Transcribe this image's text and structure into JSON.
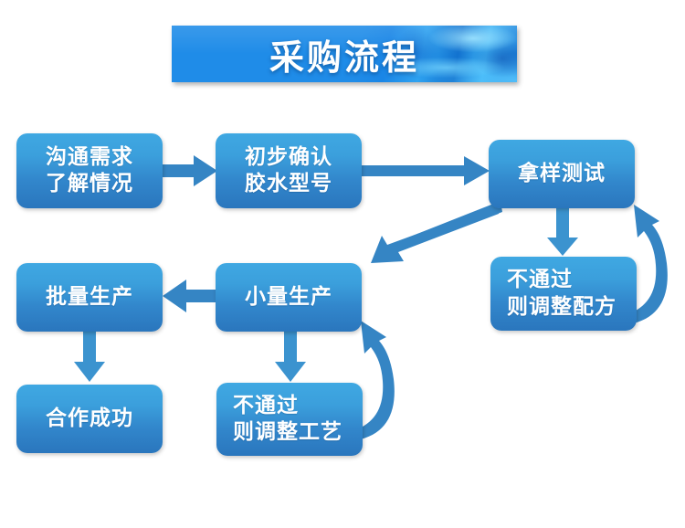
{
  "title": {
    "text": "采购流程"
  },
  "palette": {
    "banner_blue": "#1f8ce8",
    "box_gradient_top": "#3fa8e2",
    "box_gradient_bottom": "#2a76bd",
    "arrow_blue": "#3585c4",
    "arrow_blue_light": "#3f9bd6",
    "text_white": "#ffffff",
    "page_background": "#ffffff"
  },
  "nodes": [
    {
      "id": "communicate-requirements",
      "label_lines": [
        "沟通需求",
        "了解情况"
      ],
      "align": "center"
    },
    {
      "id": "confirm-glue-model",
      "label_lines": [
        "初步确认",
        "胶水型号"
      ],
      "align": "center"
    },
    {
      "id": "sample-testing",
      "label_lines": [
        "拿样测试"
      ],
      "align": "center"
    },
    {
      "id": "adjust-formula",
      "label_lines": [
        "不通过",
        "则调整配方"
      ],
      "align": "left"
    },
    {
      "id": "mass-production",
      "label_lines": [
        "批量生产"
      ],
      "align": "center"
    },
    {
      "id": "small-batch-production",
      "label_lines": [
        "小量生产"
      ],
      "align": "center"
    },
    {
      "id": "successful-cooperation",
      "label_lines": [
        "合作成功"
      ],
      "align": "center"
    },
    {
      "id": "adjust-process",
      "label_lines": [
        "不通过",
        "则调整工艺"
      ],
      "align": "left"
    }
  ],
  "edges": [
    {
      "id": "communicate-to-confirm",
      "kind": "arrow-right"
    },
    {
      "id": "confirm-to-sample",
      "kind": "arrow-right-long"
    },
    {
      "id": "sample-to-small-batch",
      "kind": "arrow-diagonal-down-left"
    },
    {
      "id": "sample-to-adjust-formula",
      "kind": "arrow-down"
    },
    {
      "id": "adjust-formula-to-sample",
      "kind": "arrow-curved-up-right"
    },
    {
      "id": "small-batch-to-mass",
      "kind": "arrow-left"
    },
    {
      "id": "mass-to-success",
      "kind": "arrow-down"
    },
    {
      "id": "small-batch-to-adjust-process",
      "kind": "arrow-down"
    },
    {
      "id": "adjust-process-to-small-batch",
      "kind": "arrow-curved-up-right"
    }
  ]
}
